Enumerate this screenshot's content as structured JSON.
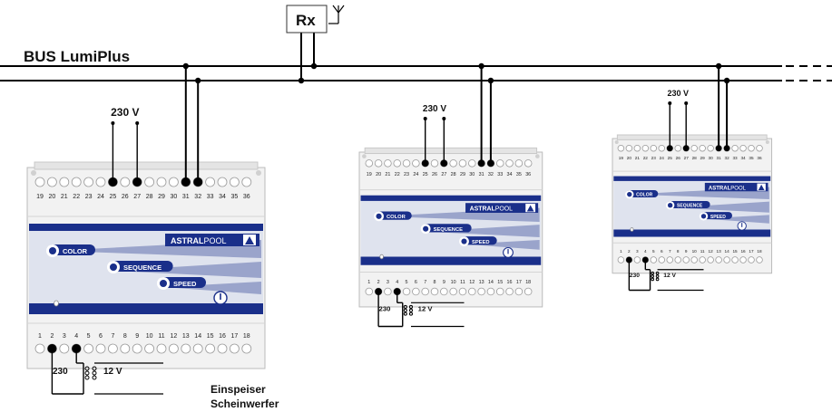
{
  "bus_label": "BUS LumiPlus",
  "receiver_label": "Rx",
  "antenna_icon": "antenna-icon",
  "supply_voltage": "230 V",
  "output_voltage": "12 V",
  "transformer_primary": "230",
  "feeder_label_line1": "Einspeiser",
  "feeder_label_line2": "Scheinwerfer",
  "module": {
    "brand_bold": "ASTRAL",
    "brand_light": "POOL",
    "buttons": [
      "COLOR",
      "SEQUENCE",
      "SPEED"
    ],
    "power_icon": "power-icon",
    "logo_icon": "astralpool-logo-icon",
    "top_terminals": [
      "19",
      "20",
      "21",
      "22",
      "23",
      "24",
      "25",
      "26",
      "27",
      "28",
      "29",
      "30",
      "31",
      "32",
      "33",
      "34",
      "35",
      "36"
    ],
    "bottom_terminals": [
      "1",
      "2",
      "3",
      "4",
      "5",
      "6",
      "7",
      "8",
      "9",
      "10",
      "11",
      "12",
      "13",
      "14",
      "15",
      "16",
      "17",
      "18"
    ]
  },
  "colors": {
    "panel_blue": "#1a2f8a",
    "wire": "#000000",
    "housing": "#f2f2f2"
  }
}
